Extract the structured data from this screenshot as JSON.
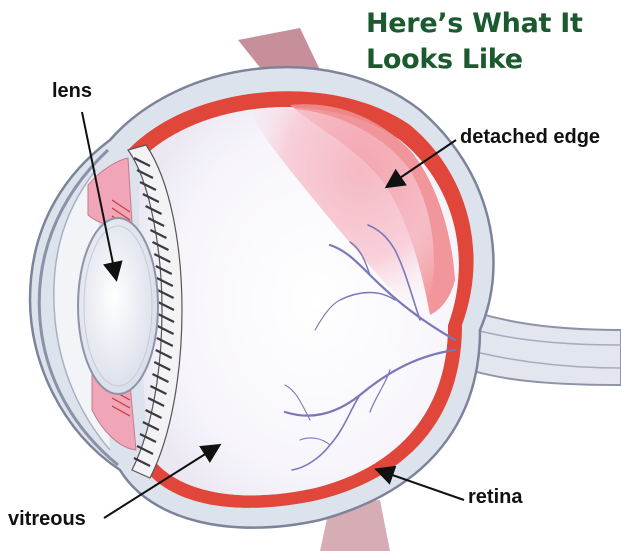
{
  "title": {
    "line1": "Here’s What It",
    "line2": "Looks Like"
  },
  "labels": {
    "lens": "lens",
    "detached_edge": "detached edge",
    "vitreous": "vitreous",
    "retina": "retina"
  },
  "colors": {
    "title": "#1a5a2e",
    "retina": "#e0463a",
    "sclera": "#d9e0ea",
    "detachment": "#f0b0b6",
    "vessels": "#7a78b8",
    "background": "#ffffff"
  }
}
